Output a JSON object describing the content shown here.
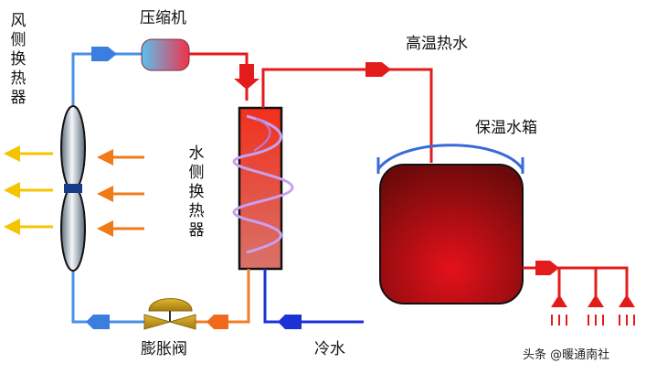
{
  "labels": {
    "compressor": "压缩机",
    "hot_water": "高温热水",
    "tank": "保温水箱",
    "air_hx": "风侧换热器",
    "water_hx": "水侧换热器",
    "expansion_valve": "膨胀阀",
    "cold_water": "冷水"
  },
  "watermark": "头条 @暖通南社",
  "colors": {
    "hot_pipe": "#e41b1b",
    "cold_pipe": "#1d32d6",
    "refrigerant_low": "#4a8fe6",
    "warm_pipe": "#ef7d2a",
    "exhaust_arrow": "#f5c400",
    "intake_arrow": "#f07a18",
    "tank": "#7a0d0d",
    "valve": "#c8a020"
  }
}
